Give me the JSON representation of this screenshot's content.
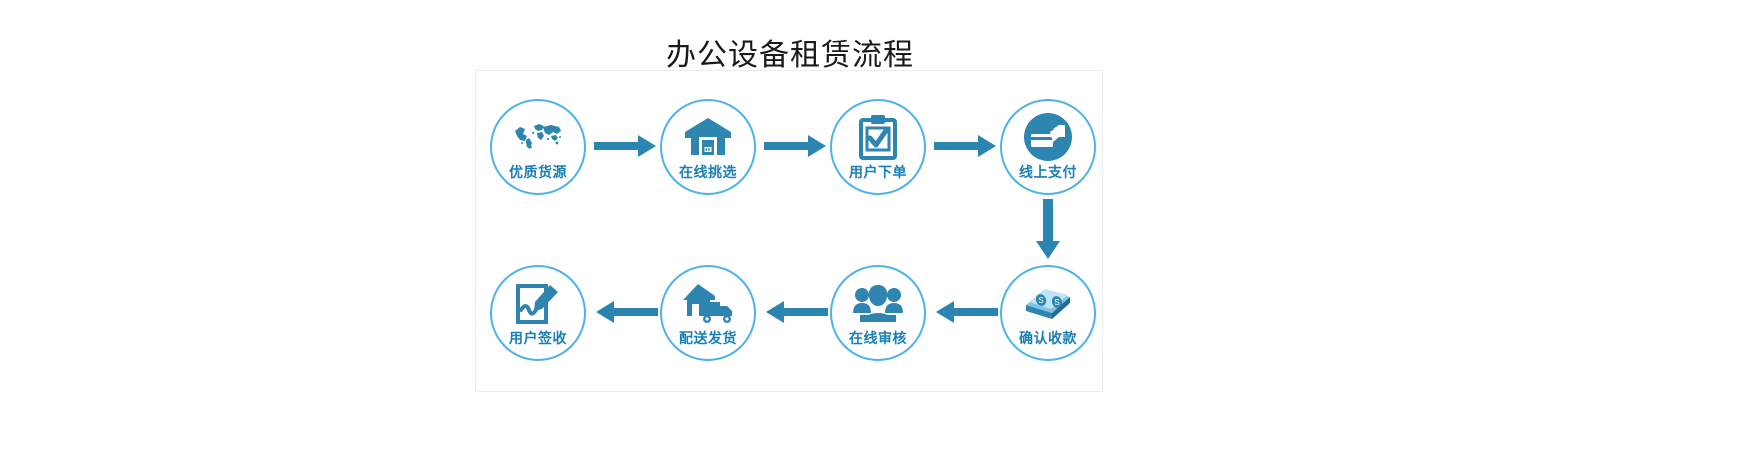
{
  "chart_data": {
    "type": "diagram",
    "title": "办公设备租赁流程",
    "layout": "two-row serpentine flowchart, 4 nodes per row",
    "accent_color": "#1a7fb5",
    "circle_border_color": "#4db3e6",
    "arrow_color": "#2a86b0",
    "frame_border_color": "#e9eef2",
    "steps": [
      {
        "order": 1,
        "label": "优质货源",
        "icon": "world-map-icon",
        "row": 1,
        "col": 1
      },
      {
        "order": 2,
        "label": "在线挑选",
        "icon": "warehouse-icon",
        "row": 1,
        "col": 2
      },
      {
        "order": 3,
        "label": "用户下单",
        "icon": "clipboard-check-icon",
        "row": 1,
        "col": 3
      },
      {
        "order": 4,
        "label": "线上支付",
        "icon": "card-payment-icon",
        "row": 1,
        "col": 4
      },
      {
        "order": 5,
        "label": "确认收款",
        "icon": "money-stack-icon",
        "row": 2,
        "col": 4
      },
      {
        "order": 6,
        "label": "在线审核",
        "icon": "people-group-icon",
        "row": 2,
        "col": 3
      },
      {
        "order": 7,
        "label": "配送发货",
        "icon": "delivery-truck-icon",
        "row": 2,
        "col": 2
      },
      {
        "order": 8,
        "label": "用户签收",
        "icon": "signature-document-icon",
        "row": 2,
        "col": 1
      }
    ],
    "connectors": [
      {
        "from": "优质货源",
        "to": "在线挑选",
        "direction": "right"
      },
      {
        "from": "在线挑选",
        "to": "用户下单",
        "direction": "right"
      },
      {
        "from": "用户下单",
        "to": "线上支付",
        "direction": "right"
      },
      {
        "from": "线上支付",
        "to": "确认收款",
        "direction": "down"
      },
      {
        "from": "确认收款",
        "to": "在线审核",
        "direction": "left"
      },
      {
        "from": "在线审核",
        "to": "配送发货",
        "direction": "left"
      },
      {
        "from": "配送发货",
        "to": "用户签收",
        "direction": "left"
      }
    ]
  },
  "header": {
    "title": "办公设备租赁流程"
  },
  "flow": {
    "steps": [
      {
        "label": "优质货源",
        "icon": "world-map-icon"
      },
      {
        "label": "在线挑选",
        "icon": "warehouse-icon"
      },
      {
        "label": "用户下单",
        "icon": "clipboard-check-icon"
      },
      {
        "label": "线上支付",
        "icon": "card-payment-icon"
      },
      {
        "label": "确认收款",
        "icon": "money-stack-icon"
      },
      {
        "label": "在线审核",
        "icon": "people-group-icon"
      },
      {
        "label": "配送发货",
        "icon": "delivery-truck-icon"
      },
      {
        "label": "用户签收",
        "icon": "signature-document-icon"
      }
    ]
  }
}
